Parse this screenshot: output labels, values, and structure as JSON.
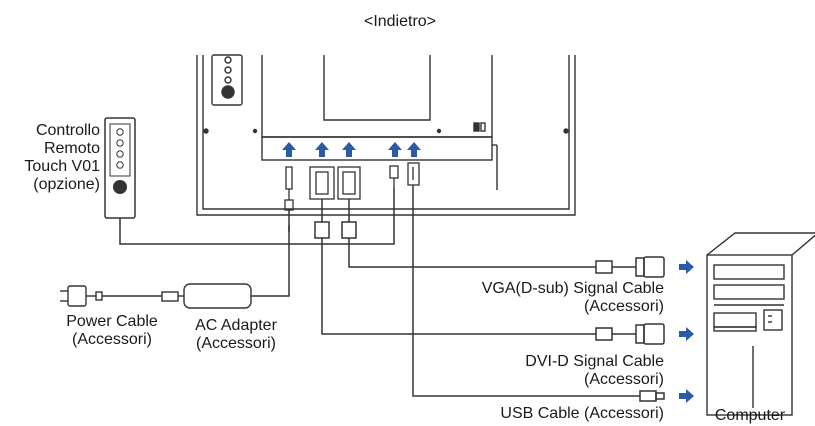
{
  "title": "<Indietro>",
  "remote": {
    "line1": "Controllo",
    "line2": "Remoto",
    "line3": "Touch V01",
    "line4": "(opzione)"
  },
  "power_cable": {
    "line1": "Power Cable",
    "line2": "(Accessori)"
  },
  "ac_adapter": {
    "line1": "AC Adapter",
    "line2": "(Accessori)"
  },
  "vga_cable": {
    "line1": "VGA(D-sub) Signal Cable",
    "line2": "(Accessori)"
  },
  "dvi_cable": {
    "line1": "DVI-D Signal Cable",
    "line2": "(Accessori)"
  },
  "usb_cable": {
    "label": "USB Cable (Accessori)"
  },
  "computer": {
    "label": "Computer"
  },
  "colors": {
    "arrow": "#2a5aa8",
    "line": "#333333"
  }
}
